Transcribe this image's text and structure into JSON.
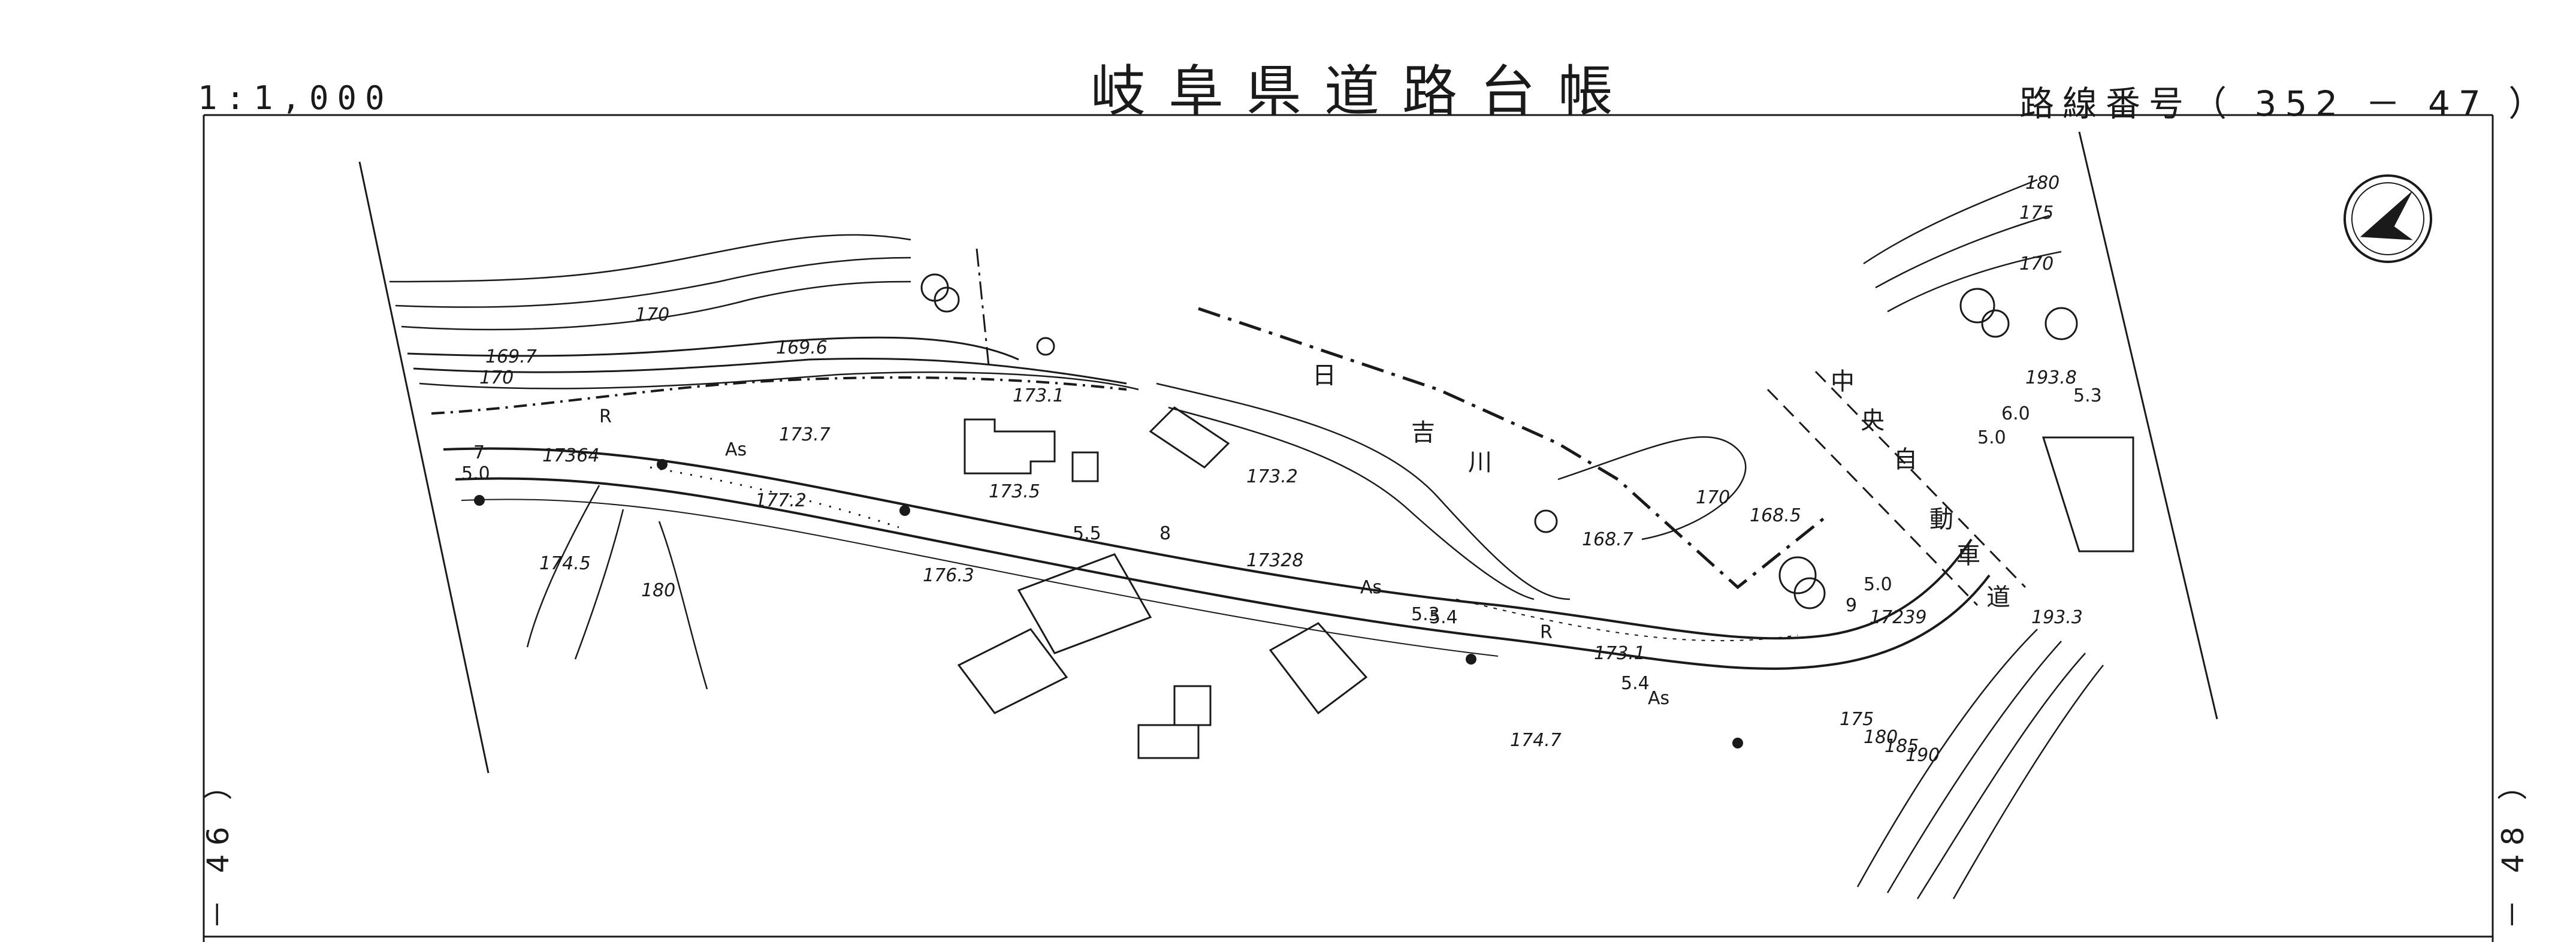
{
  "header": {
    "scale": "1:1,000",
    "title": "岐阜県道路台帳",
    "route": "路線番号（ 352 － 47 ）"
  },
  "side": {
    "left": "－ 46 ）",
    "right": "－ 48 ）"
  },
  "map": {
    "elevations": [
      {
        "id": "e1",
        "text": "169.7"
      },
      {
        "id": "e2",
        "text": "169.6"
      },
      {
        "id": "e3",
        "text": "170"
      },
      {
        "id": "e4",
        "text": "170"
      },
      {
        "id": "e5",
        "text": "173.1"
      },
      {
        "id": "e6",
        "text": "173.7"
      },
      {
        "id": "e7",
        "text": "17364"
      },
      {
        "id": "e8",
        "text": "173.5"
      },
      {
        "id": "e9",
        "text": "173.2"
      },
      {
        "id": "e10",
        "text": "177.2"
      },
      {
        "id": "e11",
        "text": "174.5"
      },
      {
        "id": "e12",
        "text": "180"
      },
      {
        "id": "e13",
        "text": "176.3"
      },
      {
        "id": "e14",
        "text": "17328"
      },
      {
        "id": "e15",
        "text": "168.7"
      },
      {
        "id": "e16",
        "text": "170"
      },
      {
        "id": "e17",
        "text": "168.5"
      },
      {
        "id": "e18",
        "text": "173.1"
      },
      {
        "id": "e19",
        "text": "174.7"
      },
      {
        "id": "e20",
        "text": "17239"
      },
      {
        "id": "e21",
        "text": "193.8"
      },
      {
        "id": "e22",
        "text": "193.3"
      },
      {
        "id": "e23",
        "text": "180"
      },
      {
        "id": "e24",
        "text": "175"
      },
      {
        "id": "e25",
        "text": "170"
      },
      {
        "id": "e26",
        "text": "175"
      },
      {
        "id": "e27",
        "text": "180"
      },
      {
        "id": "e28",
        "text": "185"
      },
      {
        "id": "e29",
        "text": "190"
      }
    ],
    "labels": {
      "as1": "As",
      "as2": "As",
      "as3": "As",
      "r1": "R",
      "r2": "R",
      "w1": "5.0",
      "w2": "7",
      "w3": "5.5",
      "w4": "8",
      "w5": "5.3",
      "w6": "5.4",
      "w7": "5.4",
      "w8": "9",
      "w9": "5.0",
      "w10": "5.0",
      "w11": "6.0",
      "w12": "5.3"
    },
    "place": [
      "中",
      "央",
      "自",
      "動",
      "車",
      "道"
    ],
    "river": [
      "日",
      "吉",
      "川"
    ]
  }
}
